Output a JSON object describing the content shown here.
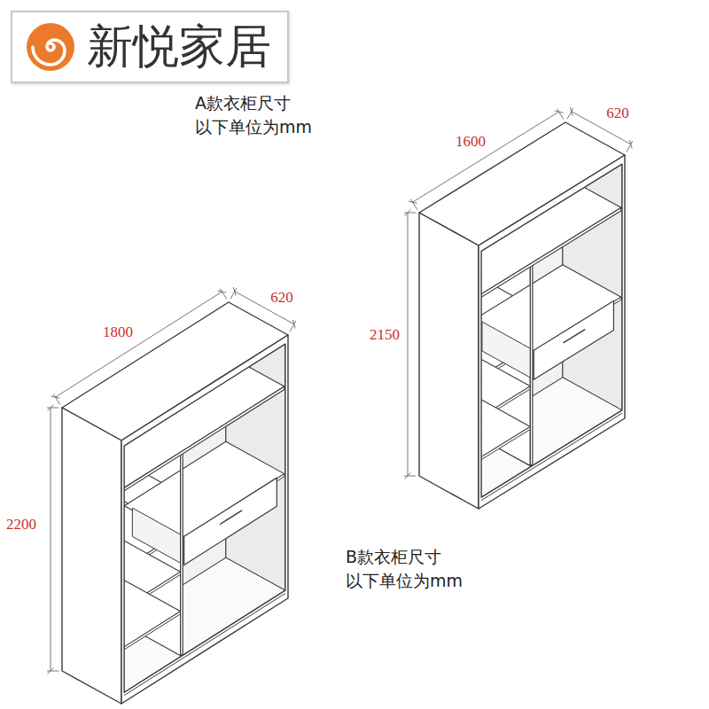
{
  "diagram": {
    "nodes": [
      {
        "text": [
          "新悦家居"
        ]
      }
    ],
    "labels": [
      "A款衣柜尺寸",
      "以下单位为mm",
      "620",
      "1600",
      "2150",
      "620",
      "1800",
      "2200",
      "B款衣柜尺寸",
      "以下单位为mm"
    ]
  }
}
